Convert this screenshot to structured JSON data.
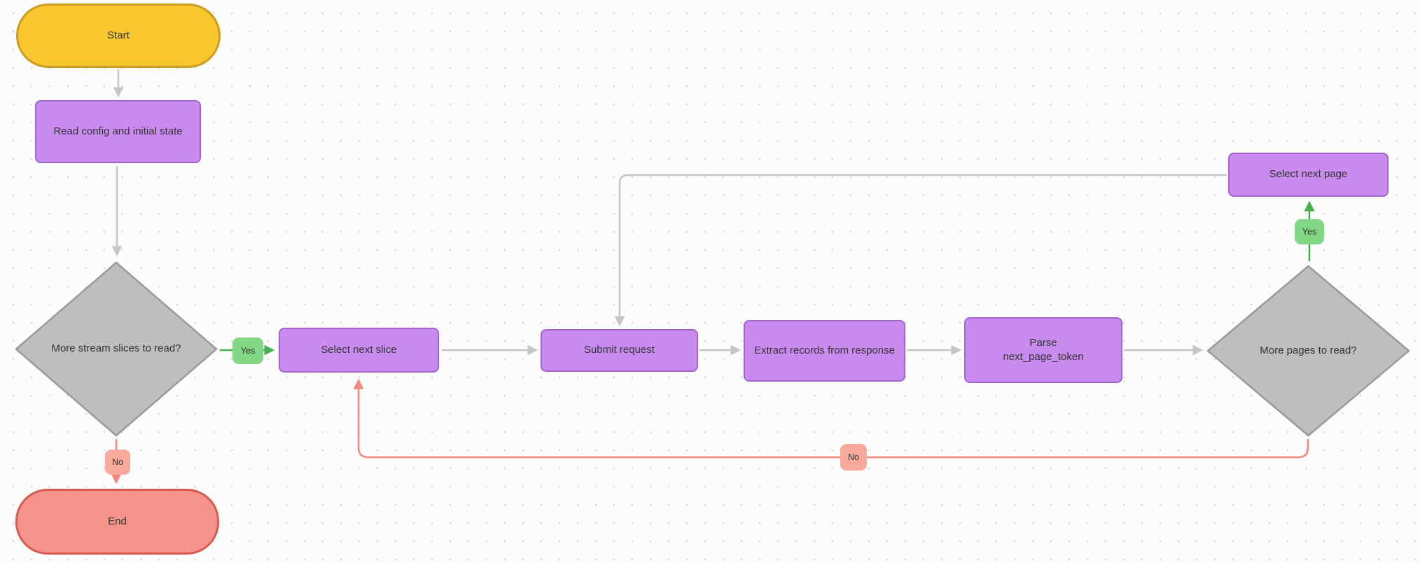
{
  "diagram": {
    "nodes": {
      "start": {
        "label": "Start",
        "type": "terminal"
      },
      "read_config": {
        "label": "Read config and initial state",
        "type": "process"
      },
      "more_slices": {
        "label": "More stream slices to read?",
        "type": "decision"
      },
      "select_next_slice": {
        "label": "Select next slice",
        "type": "process"
      },
      "submit_request": {
        "label": "Submit request",
        "type": "process"
      },
      "extract_records": {
        "label": "Extract records from response",
        "type": "process"
      },
      "parse_token": {
        "label": "Parse next_page_token",
        "type": "process"
      },
      "more_pages": {
        "label": "More pages to read?",
        "type": "decision"
      },
      "select_next_page": {
        "label": "Select next page",
        "type": "process"
      },
      "end": {
        "label": "End",
        "type": "terminal"
      }
    },
    "edge_labels": {
      "yes_left": {
        "label": "Yes"
      },
      "yes_right": {
        "label": "Yes"
      },
      "no_left": {
        "label": "No"
      },
      "no_loop": {
        "label": "No"
      }
    },
    "colors": {
      "start_fill": "#F8C72D",
      "start_border": "#CC9B21",
      "process_fill": "#C98BF0",
      "process_border": "#A365CB",
      "decision_fill": "#BEBEBE",
      "decision_border": "#9A9A9A",
      "yes_fill": "#82D885",
      "yes_line": "#43AF4D",
      "no_fill": "#F9A99B",
      "no_line": "#F4897B",
      "end_fill": "#F5938B",
      "end_border": "#D55B51",
      "connector": "#C5C5C5",
      "text": "#333333"
    }
  }
}
